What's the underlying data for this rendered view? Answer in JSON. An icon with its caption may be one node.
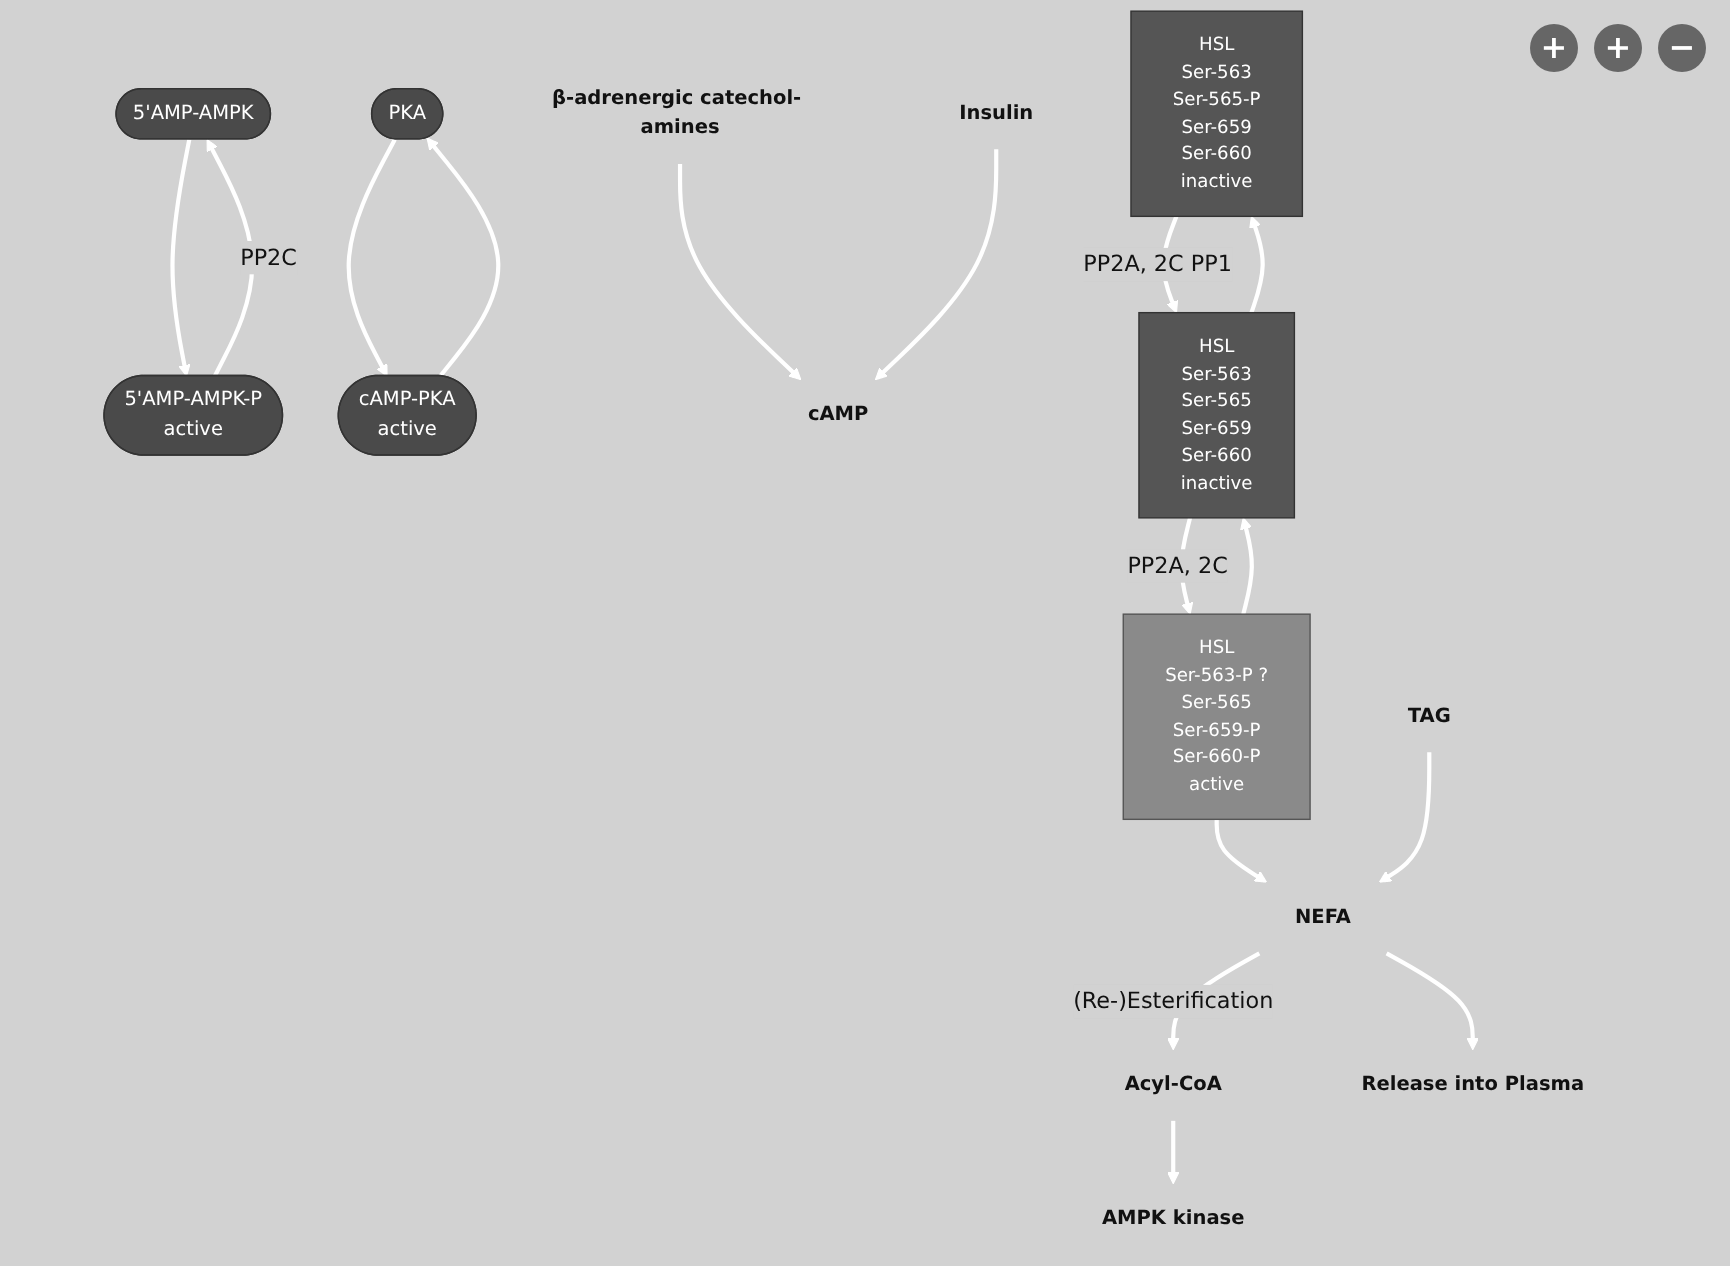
{
  "diagram": {
    "nodes": [
      {
        "text": [
          "5'AMP-AMPK"
        ]
      },
      {
        "text": [
          "5'AMP-AMPK-P",
          "active"
        ]
      },
      {
        "text": [
          "AMPK kinase"
        ]
      },
      {
        "text": [
          "PKA"
        ]
      },
      {
        "text": [
          "cAMP-PKA",
          "active"
        ]
      },
      {
        "text": [
          "cAMP"
        ]
      },
      {
        "text": [
          "β-adrenergic catechol- amines"
        ]
      },
      {
        "text": [
          "Insulin"
        ]
      },
      {
        "text": [
          "HSL",
          "Ser-563",
          "Ser-565-P",
          "Ser-659",
          "Ser-660",
          "inactive"
        ]
      },
      {
        "text": [
          "HSL",
          "Ser-563",
          "Ser-565",
          "Ser-659",
          "Ser-660",
          "inactive"
        ]
      },
      {
        "text": [
          "HSL",
          "Ser-563-P ?",
          "Ser-565",
          "Ser-659-P",
          "Ser-660-P",
          "active"
        ]
      },
      {
        "text": [
          "Acyl-CoA"
        ]
      },
      {
        "text": [
          "NEFA"
        ]
      },
      {
        "text": [
          "TAG"
        ]
      },
      {
        "text": [
          "Release into Plasma"
        ]
      }
    ],
    "edges": [
      {
        "from": 0,
        "to": 1,
        "arrow": "to"
      },
      {
        "from": 1,
        "to": 0,
        "arrow": "to",
        "label": "PP2C"
      },
      {
        "from": 3,
        "to": 4,
        "arrow": "to"
      },
      {
        "from": 4,
        "to": 3,
        "arrow": "to"
      },
      {
        "from": 6,
        "to": 5,
        "arrow": "to"
      },
      {
        "from": 7,
        "to": 5,
        "arrow": "to"
      },
      {
        "from": 9,
        "to": 8,
        "arrow": "to"
      },
      {
        "from": 8,
        "to": 9,
        "arrow": "to",
        "label": "PP2A, 2C PP1"
      },
      {
        "from": 10,
        "to": 9,
        "arrow": "to"
      },
      {
        "from": 9,
        "to": 10,
        "arrow": "to",
        "label": "PP2A, 2C"
      },
      {
        "from": 10,
        "to": 12,
        "arrow": "to"
      },
      {
        "from": 13,
        "to": 12,
        "arrow": "to"
      },
      {
        "from": 12,
        "to": 11,
        "arrow": "to",
        "label": "(Re-)Esterification"
      },
      {
        "from": 12,
        "to": 14,
        "arrow": "to"
      },
      {
        "from": 11,
        "to": 2,
        "arrow": "to"
      }
    ],
    "labels": [
      "+",
      "+",
      "−"
    ]
  }
}
